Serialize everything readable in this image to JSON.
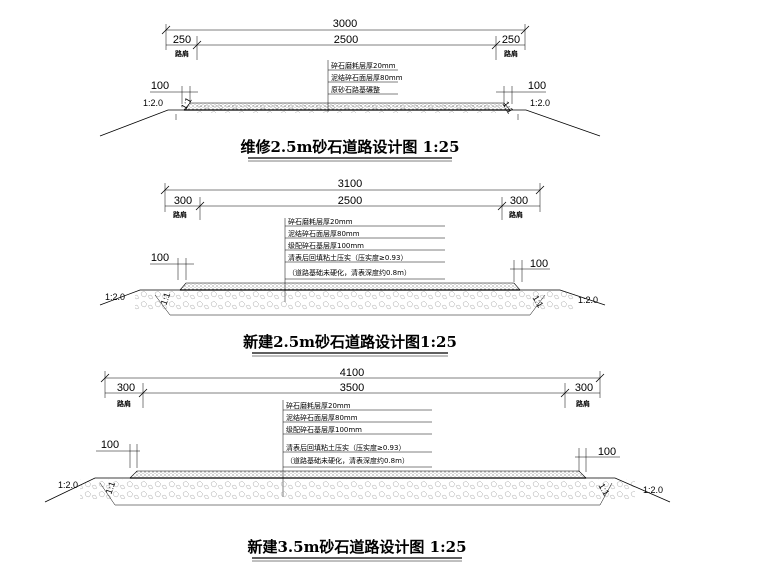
{
  "shoulder_label": "路肩",
  "sections": [
    {
      "id": "s1",
      "total_width": "3000",
      "shoulder_left": "250",
      "shoulder_right": "250",
      "road_width": "2500",
      "edge_left": "100",
      "edge_right": "100",
      "slope_left": "1:2.0",
      "slope_right": "1:2.0",
      "slope_inner_left": "1:1",
      "slope_inner_right": "1:1",
      "layers": [
        "碎石磨耗层厚20mm",
        "泥结碎石面层厚80mm",
        "原砂石路基碾整"
      ],
      "title": "维修2.5m砂石道路设计图  1:25"
    },
    {
      "id": "s2",
      "total_width": "3100",
      "shoulder_left": "300",
      "shoulder_right": "300",
      "road_width": "2500",
      "edge_left": "100",
      "edge_right": "100",
      "slope_left": "1:2.0",
      "slope_right": "1:2.0",
      "slope_inner_left": "1:1",
      "slope_inner_right": "1:1",
      "layers": [
        "碎石磨耗层厚20mm",
        "泥结碎石面层厚80mm",
        "级配碎石基层厚100mm",
        "清表后回填粘土压实（压实度≥0.93）",
        "（道路基础未硬化，清表深度约0.8m）"
      ],
      "title": "新建2.5m砂石道路设计图1:25"
    },
    {
      "id": "s3",
      "total_width": "4100",
      "shoulder_left": "300",
      "shoulder_right": "300",
      "road_width": "3500",
      "edge_left": "100",
      "edge_right": "100",
      "slope_left": "1:2.0",
      "slope_right": "1:2.0",
      "slope_inner_left": "1:1",
      "slope_inner_right": "1:1",
      "layers": [
        "碎石磨耗层厚20mm",
        "泥结碎石面层厚80mm",
        "级配碎石基层厚100mm",
        "清表后回填粘土压实（压实度≥0.93）",
        "（道路基础未硬化，清表深度约0.8m）"
      ],
      "title": "新建3.5m砂石道路设计图  1:25"
    }
  ]
}
